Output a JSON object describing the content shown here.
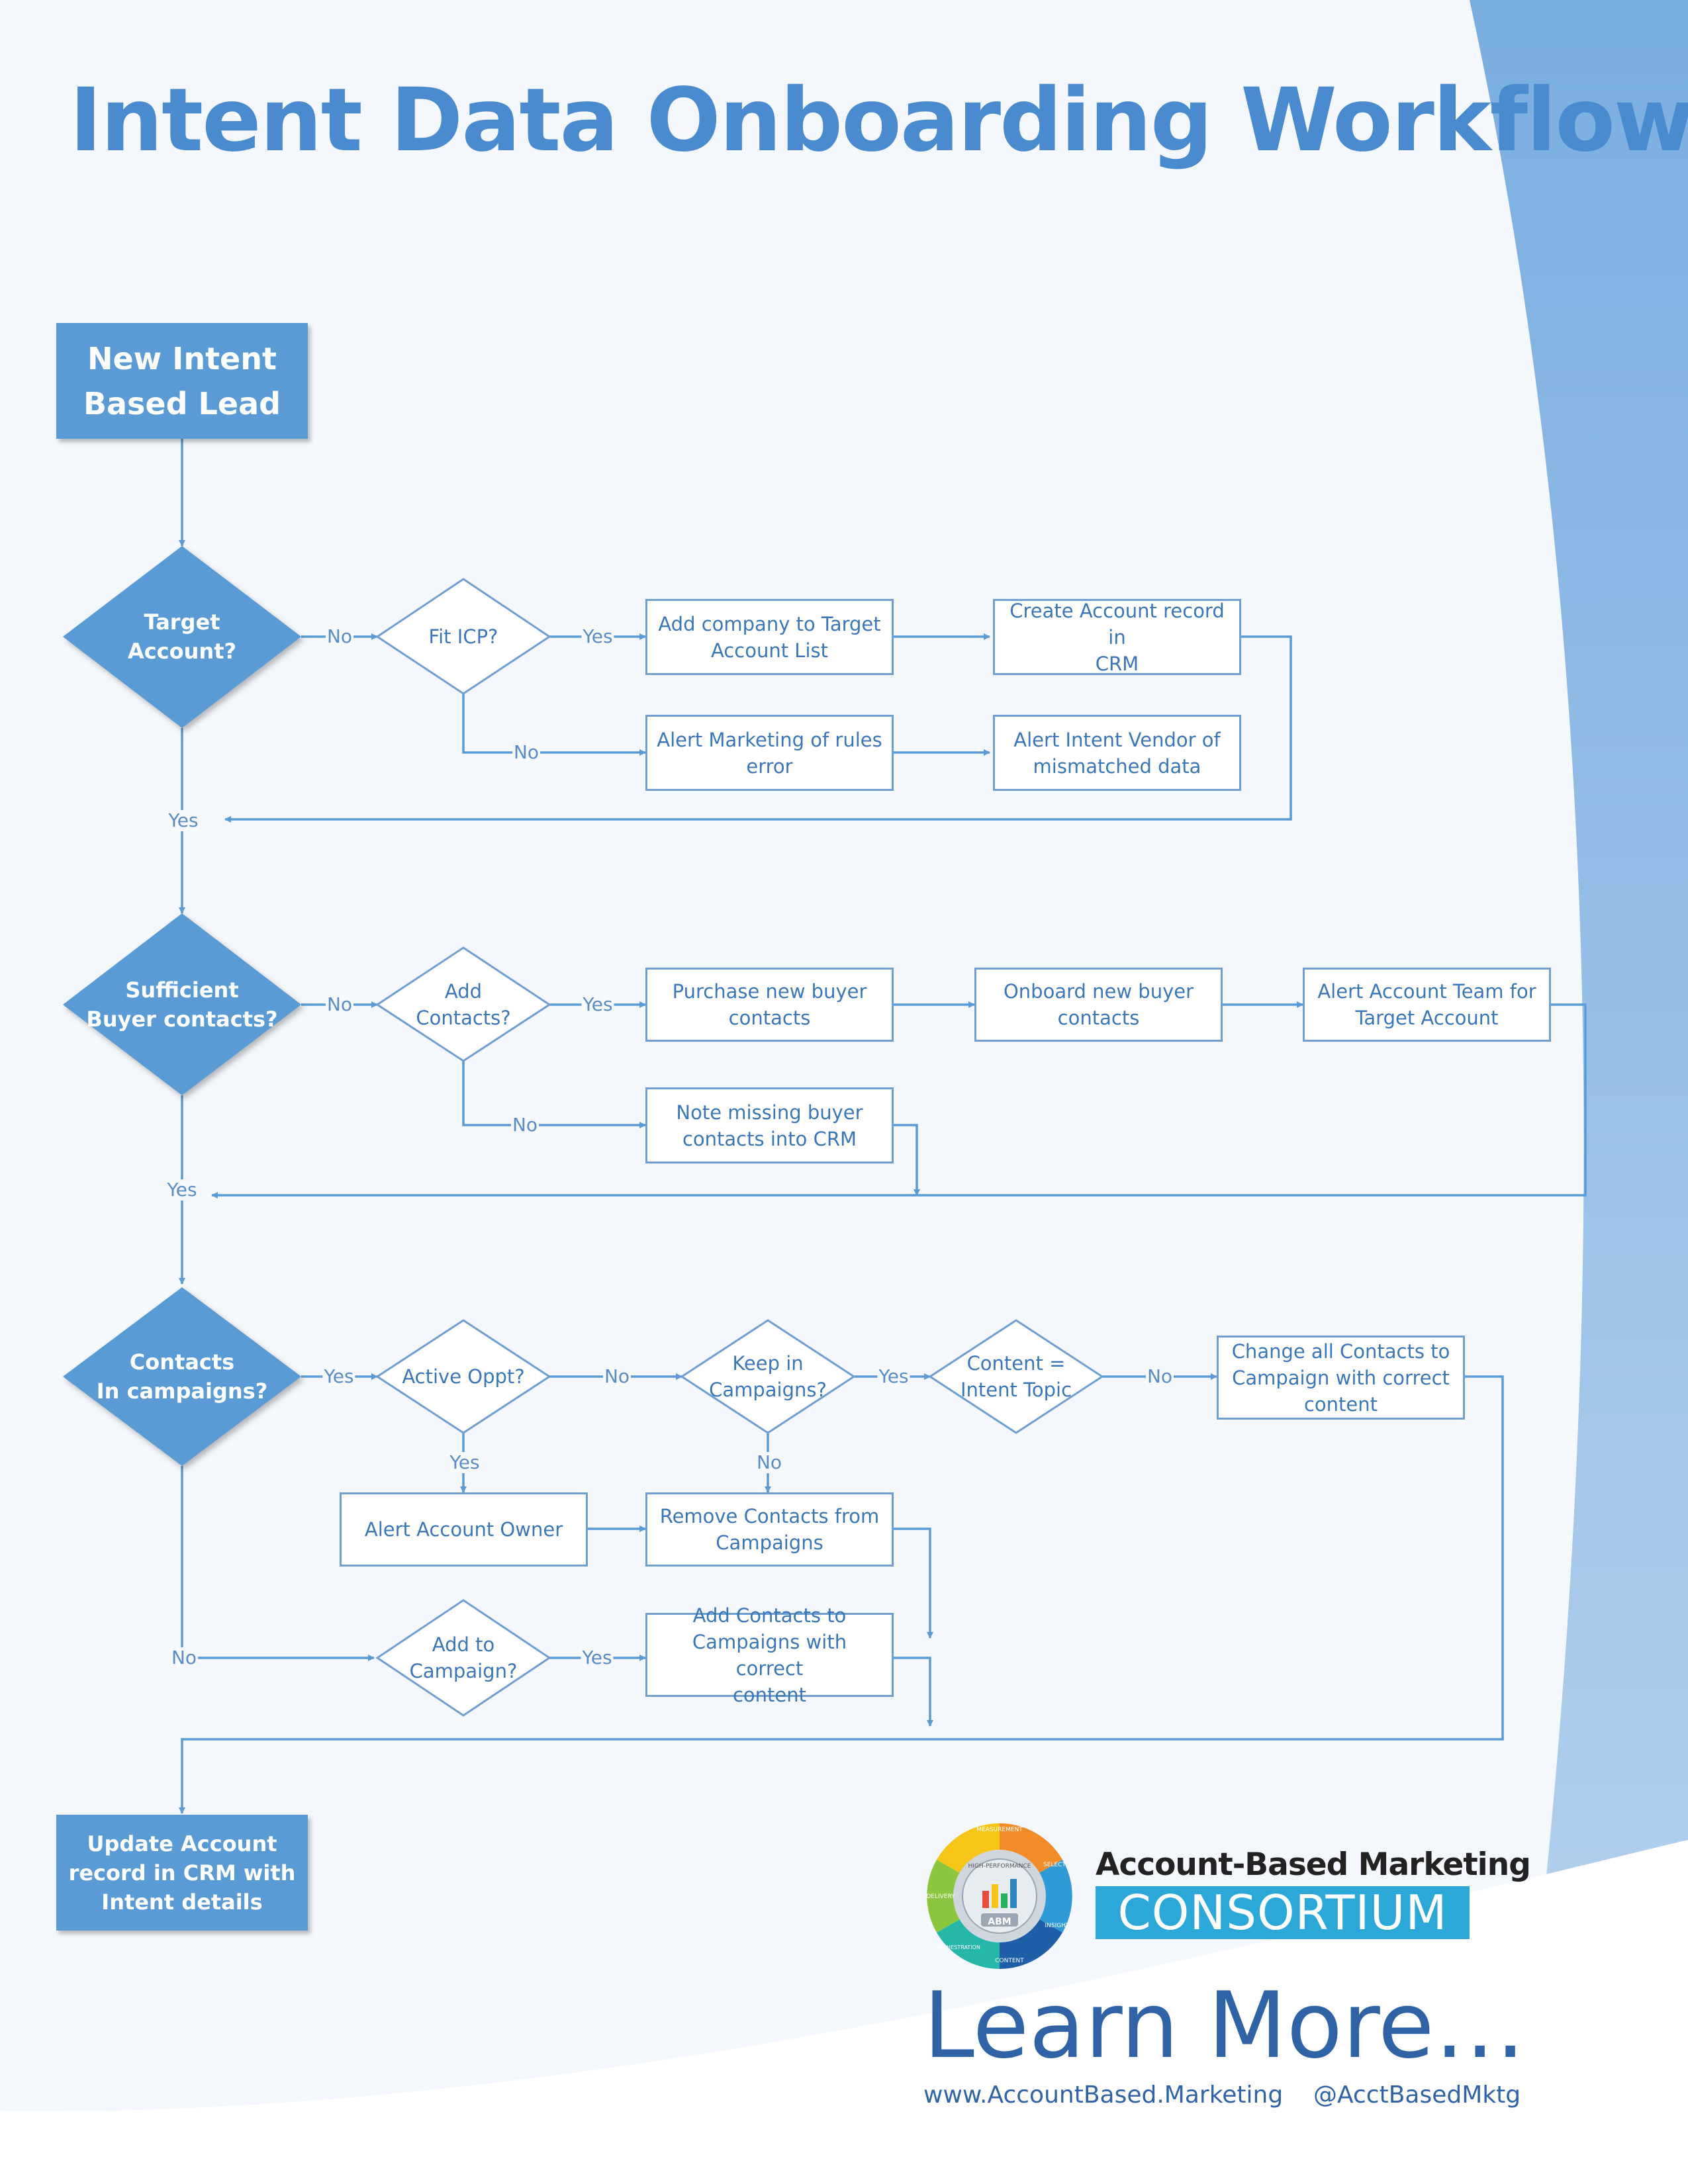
{
  "title": "Intent Data Onboarding Workflow",
  "start_box": {
    "line1": "New Intent",
    "line2": "Based Lead"
  },
  "end_box": {
    "line1": "Update Account",
    "line2": "record in CRM with",
    "line3": "Intent details"
  },
  "decisions": {
    "target_account": {
      "line1": "Target",
      "line2": "Account?"
    },
    "fit_icp": {
      "line1": "Fit ICP?"
    },
    "sufficient_contacts": {
      "line1": "Sufficient",
      "line2": "Buyer contacts?"
    },
    "add_contacts": {
      "line1": "Add",
      "line2": "Contacts?"
    },
    "contacts_in_campaigns": {
      "line1": "Contacts",
      "line2": "In campaigns?"
    },
    "active_oppt": {
      "line1": "Active Oppt?"
    },
    "keep_in_campaigns": {
      "line1": "Keep in",
      "line2": "Campaigns?"
    },
    "content_intent": {
      "line1": "Content =",
      "line2": "Intent Topic"
    },
    "add_to_campaign": {
      "line1": "Add to",
      "line2": "Campaign?"
    }
  },
  "processes": {
    "add_company": {
      "line1": "Add company to Target",
      "line2": "Account List"
    },
    "create_account": {
      "line1": "Create Account record in",
      "line2": "CRM"
    },
    "alert_rules": {
      "line1": "Alert Marketing of rules",
      "line2": "error"
    },
    "alert_vendor": {
      "line1": "Alert Intent Vendor of",
      "line2": "mismatched data"
    },
    "purchase_contacts": {
      "line1": "Purchase new buyer",
      "line2": "contacts"
    },
    "onboard_contacts": {
      "line1": "Onboard new buyer",
      "line2": "contacts"
    },
    "alert_team": {
      "line1": "Alert Account Team for",
      "line2": "Target Account"
    },
    "note_missing": {
      "line1": "Note missing buyer",
      "line2": "contacts into CRM"
    },
    "change_contacts": {
      "line1": "Change all Contacts to",
      "line2": "Campaign with correct",
      "line3": "content"
    },
    "alert_owner": {
      "line1": "Alert Account Owner"
    },
    "remove_contacts": {
      "line1": "Remove Contacts from",
      "line2": "Campaigns"
    },
    "add_contacts_campaigns": {
      "line1": "Add Contacts to",
      "line2": "Campaigns with correct",
      "line3": "content"
    }
  },
  "path_labels": {
    "yes": "Yes",
    "no": "No"
  },
  "branding": {
    "org_line1": "Account-Based Marketing",
    "org_line2": "CONSORTIUM",
    "wheel_segments": [
      "MEASUREMENT",
      "SELECT",
      "INSIGHT",
      "CONTENT",
      "ORCHESTRATION",
      "DELIVERY"
    ],
    "wheel_center": "HIGH-PERFORMANCE",
    "wheel_badge": "ABM",
    "cta": "Learn More…",
    "website": "www.AccountBased.Marketing",
    "handle": "@AcctBasedMktg"
  },
  "colors": {
    "primary": "#5b9bd5",
    "line": "#5b9bd5",
    "text": "#3b77b8",
    "title": "#4a8bcf",
    "band": "#2ba8d8"
  }
}
